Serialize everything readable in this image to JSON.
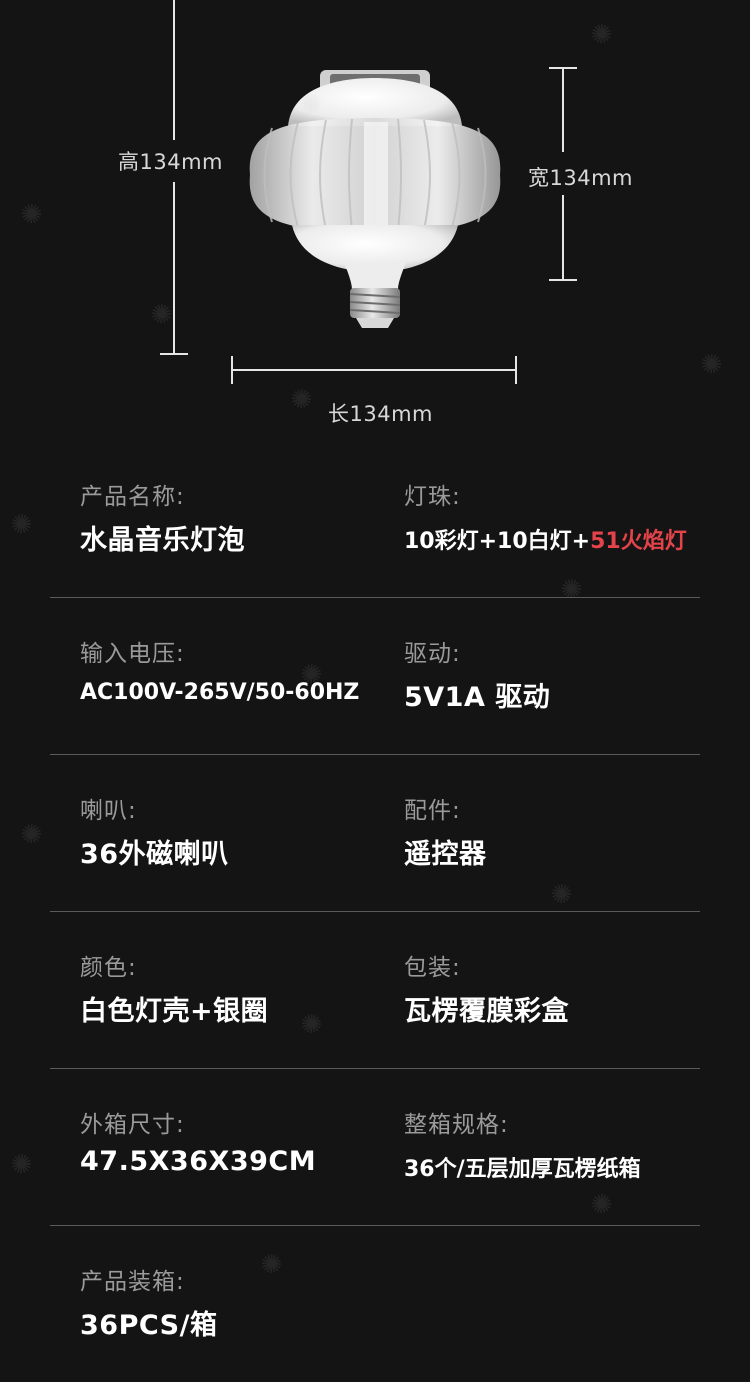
{
  "dimensions": {
    "height_label": "高134mm",
    "width_label": "宽134mm",
    "length_label": "长134mm"
  },
  "specs": [
    {
      "left": {
        "label": "产品名称:",
        "value": "水晶音乐灯泡"
      },
      "right": {
        "label": "灯珠:",
        "value_main": "10彩灯+10白灯+",
        "value_accent": "51火焰灯"
      }
    },
    {
      "left": {
        "label": "输入电压:",
        "value": "AC100V-265V/50-60HZ"
      },
      "right": {
        "label": "驱动:",
        "value": "5V1A 驱动"
      }
    },
    {
      "left": {
        "label": "喇叭:",
        "value": "36外磁喇叭"
      },
      "right": {
        "label": "配件:",
        "value": "遥控器"
      }
    },
    {
      "left": {
        "label": "颜色:",
        "value": "白色灯壳+银圈"
      },
      "right": {
        "label": "包装:",
        "value": "瓦楞覆膜彩盒"
      }
    },
    {
      "left": {
        "label": "外箱尺寸:",
        "value": "47.5X36X39CM"
      },
      "right": {
        "label": "整箱规格:",
        "value": "36个/五层加厚瓦楞纸箱"
      }
    },
    {
      "left": {
        "label": "产品装箱:",
        "value": "36PCS/箱"
      }
    }
  ],
  "colors": {
    "background": "#141414",
    "label": "#9a9a9a",
    "value": "#ffffff",
    "accent": "#e4434a",
    "divider": "#5a5a5a"
  },
  "icons": [
    "bulb-product-image",
    "brand-logo-watermark"
  ]
}
